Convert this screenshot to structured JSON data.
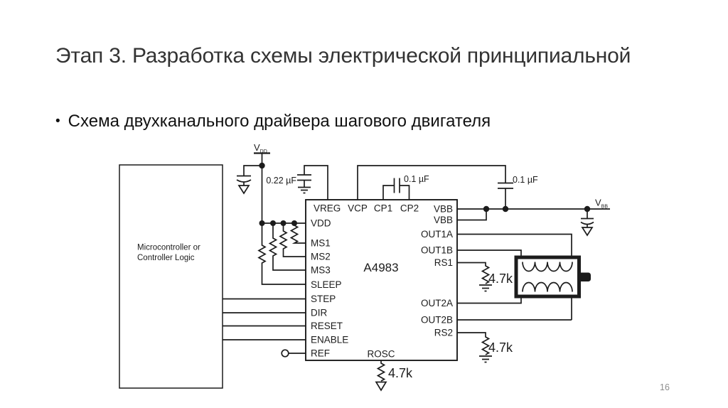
{
  "slide": {
    "title": "Этап 3. Разработка схемы электрической принципиальной",
    "bullet_marker": "•",
    "bullet_text": "Схема двухканального драйвера шагового двигателя",
    "page_number": "16"
  },
  "schematic": {
    "mcu": {
      "line1": "Microcontroller or",
      "line2": "Controller Logic"
    },
    "ic_name": "A4983",
    "pins": {
      "vreg": "VREG",
      "top": [
        "VCP",
        "CP1",
        "CP2"
      ],
      "left": [
        "VDD",
        "MS1",
        "MS2",
        "MS3",
        "SLEEP",
        "STEP",
        "DIR",
        "RESET",
        "ENABLE",
        "REF"
      ],
      "right": [
        "VBB",
        "VBB",
        "OUT1A",
        "OUT1B",
        "RS1",
        "OUT2A",
        "OUT2B",
        "RS2"
      ],
      "bottom": "ROSC"
    },
    "supplies": {
      "vdd": {
        "main": "V",
        "sub": "DD"
      },
      "vbb": {
        "main": "V",
        "sub": "BB"
      }
    },
    "capacitors": {
      "c_vreg": "0.22 µF",
      "c_charge_pump": "0.1 µF",
      "c_vbb": "0.1 µF"
    },
    "resistors": {
      "rs1": "4.7k",
      "rs2": "4.7k",
      "rosc": "4.7k"
    }
  },
  "colors": {
    "background": "#ffffff",
    "line": "#1c1c1c",
    "title": "#333333",
    "body_text": "#111111",
    "page_number": "#8d8d8d"
  }
}
